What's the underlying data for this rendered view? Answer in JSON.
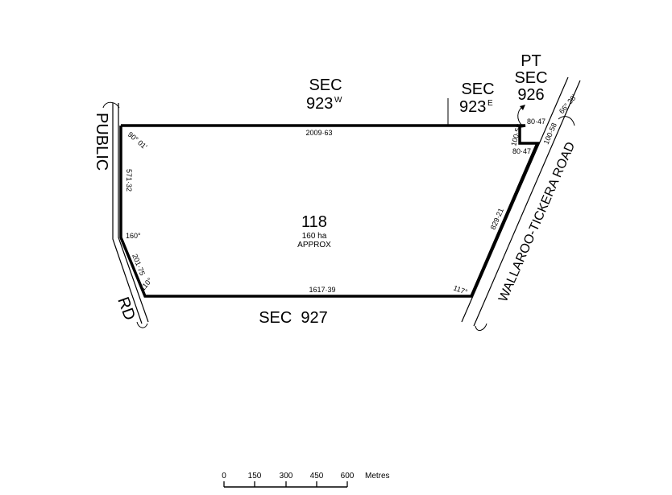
{
  "parcel": {
    "number": "118",
    "area": "160 ha",
    "approx": "APPROX"
  },
  "neighbours": {
    "sec_923w_label": "SEC",
    "sec_923w_num": "923",
    "sec_923w_sup": "W",
    "sec_923e_label": "SEC",
    "sec_923e_num": "923",
    "sec_923e_sup": "E",
    "pt_sec_926_pt": "PT",
    "pt_sec_926_label": "SEC",
    "pt_sec_926_num": "926",
    "sec_927": "SEC  927"
  },
  "roads": {
    "public_1": "PUBLIC",
    "public_2": "RD",
    "wallaroo": "WALLAROO-TICKERA ROAD"
  },
  "dimensions": {
    "north": "2009·63",
    "south": "1617·39",
    "west_upper": "571·32",
    "west_lower": "201·75",
    "east": "829·21",
    "notch_top": "80·47",
    "notch_side": "100·58",
    "notch_bottom": "80·47",
    "road_width": "100·58",
    "angle_nw": "90° 01'",
    "angle_w": "160°",
    "angle_sw": "110°",
    "angle_se": "117°",
    "angle_road": "66° 28'"
  },
  "scale": {
    "ticks": [
      "0",
      "150",
      "300",
      "450",
      "600"
    ],
    "unit": "Metres"
  }
}
